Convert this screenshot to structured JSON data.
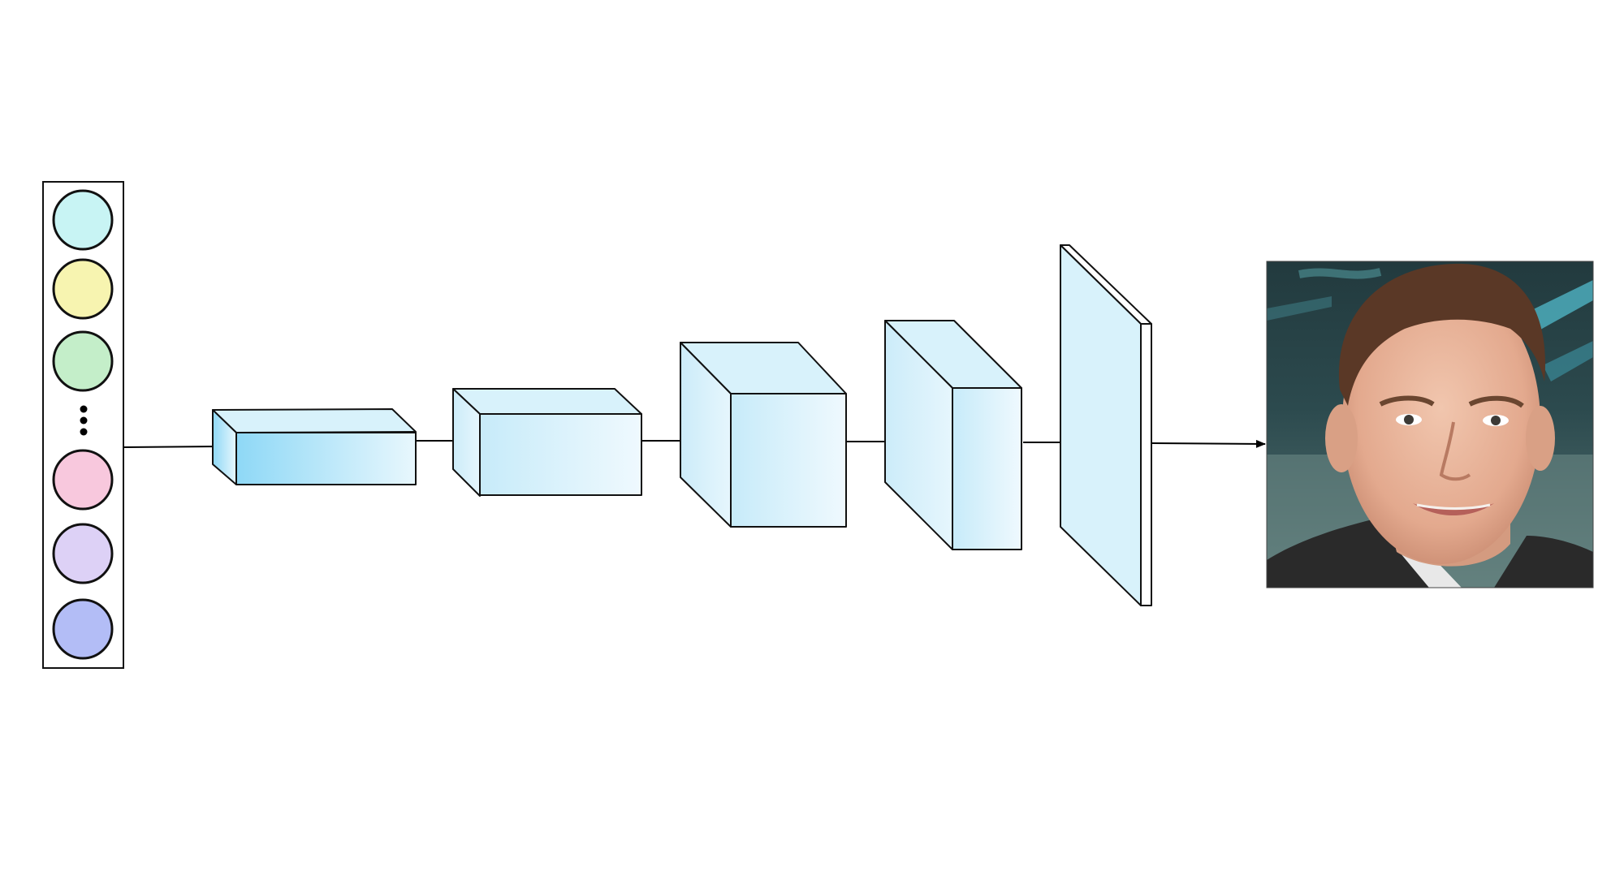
{
  "diagram": {
    "type": "generator-network",
    "input_vector": {
      "nodes": [
        {
          "color": "#c8f4f4"
        },
        {
          "color": "#f7f4b0"
        },
        {
          "color": "#c4eec9"
        },
        {
          "color": "#f8c8dd"
        },
        {
          "color": "#ddd1f6"
        },
        {
          "color": "#b3bdf6"
        }
      ],
      "ellipsis": true
    },
    "layer_colors": {
      "front_light": "#ecf8fd",
      "front_dark": "#8ed8f6",
      "face": "#d8f2fb",
      "stroke": "#111111"
    },
    "layers": [
      "block-1",
      "block-2",
      "block-3",
      "block-4",
      "output-plane"
    ],
    "output": {
      "kind": "photo",
      "subject": "face portrait"
    },
    "arrow_color": "#000000"
  }
}
